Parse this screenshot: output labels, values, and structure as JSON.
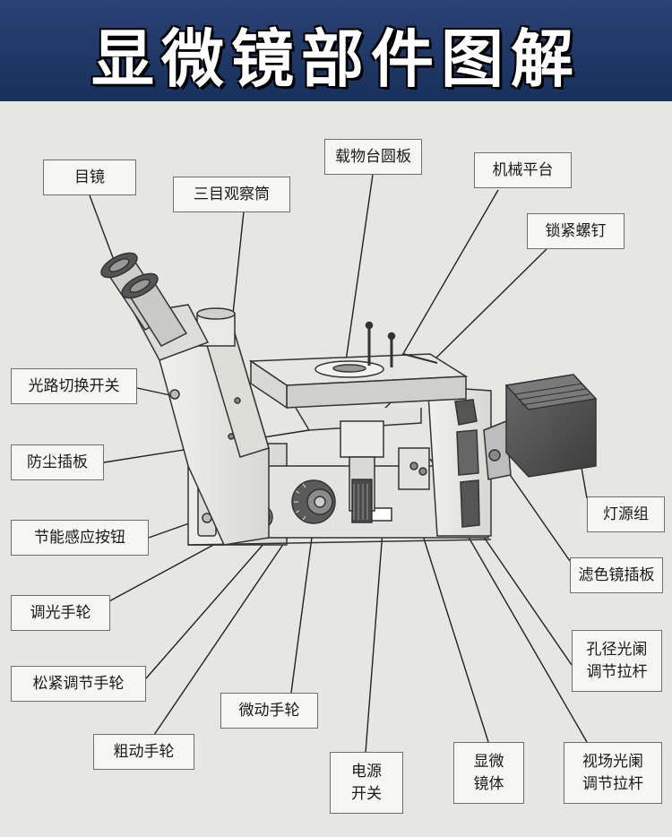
{
  "title": "显微镜部件图解",
  "labels": {
    "eyepiece": "目镜",
    "trinocular_tube": "三目观察筒",
    "stage_plate": "载物台圆板",
    "mechanical_stage": "机械平台",
    "locking_screw": "锁紧螺钉",
    "light_path_switch": "光路切换开关",
    "dust_insert": "防尘插板",
    "energy_button": "节能感应按钮",
    "dimmer_wheel": "调光手轮",
    "tension_wheel": "松紧调节手轮",
    "fine_focus": "微动手轮",
    "coarse_focus": "粗动手轮",
    "power_switch": "电源\n开关",
    "microscope_body": "显微\n镜体",
    "field_diaphragm": "视场光阑\n调节拉杆",
    "aperture_diaphragm": "孔径光阑\n调节拉杆",
    "filter_insert": "滤色镜插板",
    "lamp_house": "灯源组"
  }
}
